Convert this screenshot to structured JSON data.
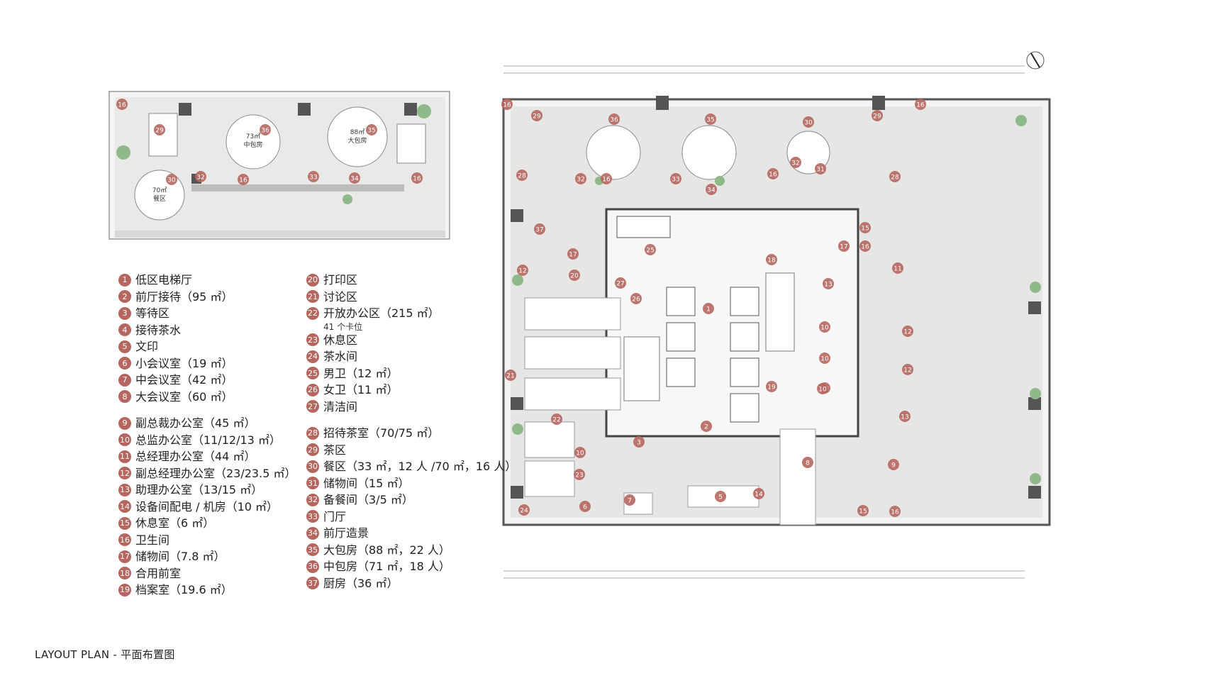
{
  "legend_left": [
    {
      "num": "1",
      "label": "低区电梯厅"
    },
    {
      "num": "2",
      "label": "前厅接待（95 ㎡）"
    },
    {
      "num": "3",
      "label": "等待区"
    },
    {
      "num": "4",
      "label": "接待茶水"
    },
    {
      "num": "5",
      "label": "文印"
    },
    {
      "num": "6",
      "label": "小会议室（19 ㎡）"
    },
    {
      "num": "7",
      "label": "中会议室（42 ㎡）"
    },
    {
      "num": "8",
      "label": "大会议室（60 ㎡）"
    },
    {
      "num": "9",
      "label": "副总裁办公室（45 ㎡）"
    },
    {
      "num": "10",
      "label": "总监办公室（11/12/13 ㎡）"
    },
    {
      "num": "11",
      "label": "总经理办公室（44 ㎡）"
    },
    {
      "num": "12",
      "label": "副总经理办公室（23/23.5 ㎡）"
    },
    {
      "num": "13",
      "label": "助理办公室（13/15 ㎡）"
    },
    {
      "num": "14",
      "label": "设备间配电 / 机房（10 ㎡）"
    },
    {
      "num": "15",
      "label": "休息室（6 ㎡）"
    },
    {
      "num": "16",
      "label": "卫生间"
    },
    {
      "num": "17",
      "label": "储物间（7.8 ㎡）"
    },
    {
      "num": "18",
      "label": "合用前室"
    },
    {
      "num": "19",
      "label": "档案室（19.6 ㎡）"
    }
  ],
  "legend_right": [
    {
      "num": "20",
      "label": "打印区"
    },
    {
      "num": "21",
      "label": "讨论区"
    },
    {
      "num": "22",
      "label": "开放办公区（215 ㎡）",
      "note": "41 个卡位"
    },
    {
      "num": "23",
      "label": "休息区"
    },
    {
      "num": "24",
      "label": "茶水间"
    },
    {
      "num": "25",
      "label": "男卫（12 ㎡）"
    },
    {
      "num": "26",
      "label": "女卫（11 ㎡）"
    },
    {
      "num": "27",
      "label": "清洁间"
    },
    {
      "num": "28",
      "label": "招待茶室（70/75 ㎡）"
    },
    {
      "num": "29",
      "label": "茶区"
    },
    {
      "num": "30",
      "label": "餐区（33 ㎡，12 人 /70 ㎡，16 人）"
    },
    {
      "num": "31",
      "label": "储物间（15 ㎡）"
    },
    {
      "num": "32",
      "label": "备餐间（3/5 ㎡）"
    },
    {
      "num": "33",
      "label": "门厅"
    },
    {
      "num": "34",
      "label": "前厅造景"
    },
    {
      "num": "35",
      "label": "大包房（88 ㎡，22 人）"
    },
    {
      "num": "36",
      "label": "中包房（71 ㎡，18 人）"
    },
    {
      "num": "37",
      "label": "厨房（36 ㎡）"
    }
  ],
  "footer": "LAYOUT PLAN - 平面布置图",
  "colors": {
    "badge": "#b5675f",
    "wall": "#555555",
    "floor": "#e6e6e4",
    "plant": "#8fb98a"
  },
  "small_plan": {
    "markers": [
      "16",
      "29",
      "36",
      "35",
      "30",
      "32",
      "16",
      "33",
      "34",
      "16"
    ],
    "room_texts": [
      "73㎡",
      "中包房",
      "88㎡",
      "大包房",
      "70㎡",
      "餐区"
    ]
  },
  "main_plan": {
    "markers": [
      "16",
      "29",
      "36",
      "35",
      "30",
      "29",
      "16",
      "28",
      "32",
      "16",
      "33",
      "34",
      "16",
      "32",
      "31",
      "28",
      "37",
      "25",
      "17",
      "15",
      "16",
      "17",
      "12",
      "20",
      "18",
      "11",
      "27",
      "26",
      "1",
      "13",
      "12",
      "10",
      "10",
      "12",
      "21",
      "19",
      "10",
      "22",
      "2",
      "3",
      "13",
      "10",
      "8",
      "9",
      "10",
      "23",
      "24",
      "6",
      "7",
      "5",
      "14",
      "15",
      "16"
    ]
  }
}
